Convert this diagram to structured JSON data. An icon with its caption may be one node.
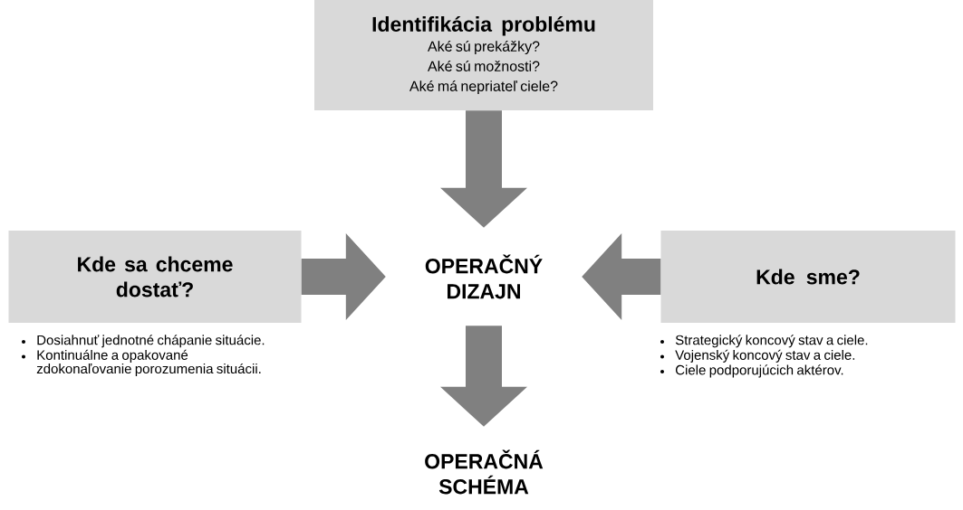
{
  "diagram": {
    "nodes": [
      {
        "text": [
          "Identifikácia problému",
          "Aké sú prekážky?",
          "Aké sú možnosti?",
          "Aké má nepriateľ ciele?"
        ]
      },
      {
        "text": [
          "Kde sa chceme dostať?"
        ],
        "beside": [
          "Dosiahnuť jednotné chápanie situácie.",
          "Kontinuálne a opakované zdokonaľovanie porozumenia situácii."
        ]
      },
      {
        "text": [
          "OPERAČNÝ DIZAJN"
        ]
      },
      {
        "text": [
          "Kde sme?"
        ],
        "beside": [
          "Strategický koncový stav a ciele.",
          "Vojenský koncový stav a ciele.",
          "Ciele podporujúcich aktérov."
        ]
      },
      {
        "text": [
          "OPERAČNÁ SCHÉMA"
        ]
      }
    ],
    "edges": [
      {
        "from": 0,
        "to": 2,
        "arrow": "to"
      },
      {
        "from": 1,
        "to": 2,
        "arrow": "to"
      },
      {
        "from": 3,
        "to": 2,
        "arrow": "to"
      },
      {
        "from": 2,
        "to": 4,
        "arrow": "to"
      }
    ]
  }
}
